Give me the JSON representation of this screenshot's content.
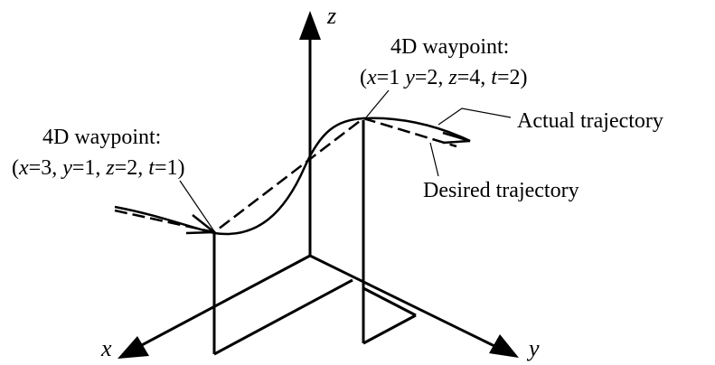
{
  "axes": {
    "x": "x",
    "y": "y",
    "z": "z"
  },
  "waypoint_1": {
    "title": "4D waypoint:",
    "coords": [
      {
        "var": "x",
        "eq": "=3, "
      },
      {
        "var": "y",
        "eq": "=1, "
      },
      {
        "var": "z",
        "eq": "=2, "
      },
      {
        "var": "t",
        "eq": "=1)"
      }
    ]
  },
  "waypoint_2": {
    "title": "4D waypoint:",
    "coords": [
      {
        "var": "x",
        "eq": "=1 "
      },
      {
        "var": "y",
        "eq": "=2, "
      },
      {
        "var": "z",
        "eq": "=4, "
      },
      {
        "var": "t",
        "eq": "=2)"
      }
    ]
  },
  "legend": {
    "actual": "Actual trajectory",
    "desired": "Desired trajectory"
  },
  "colors": {
    "ink": "#000000",
    "background": "#ffffff"
  }
}
